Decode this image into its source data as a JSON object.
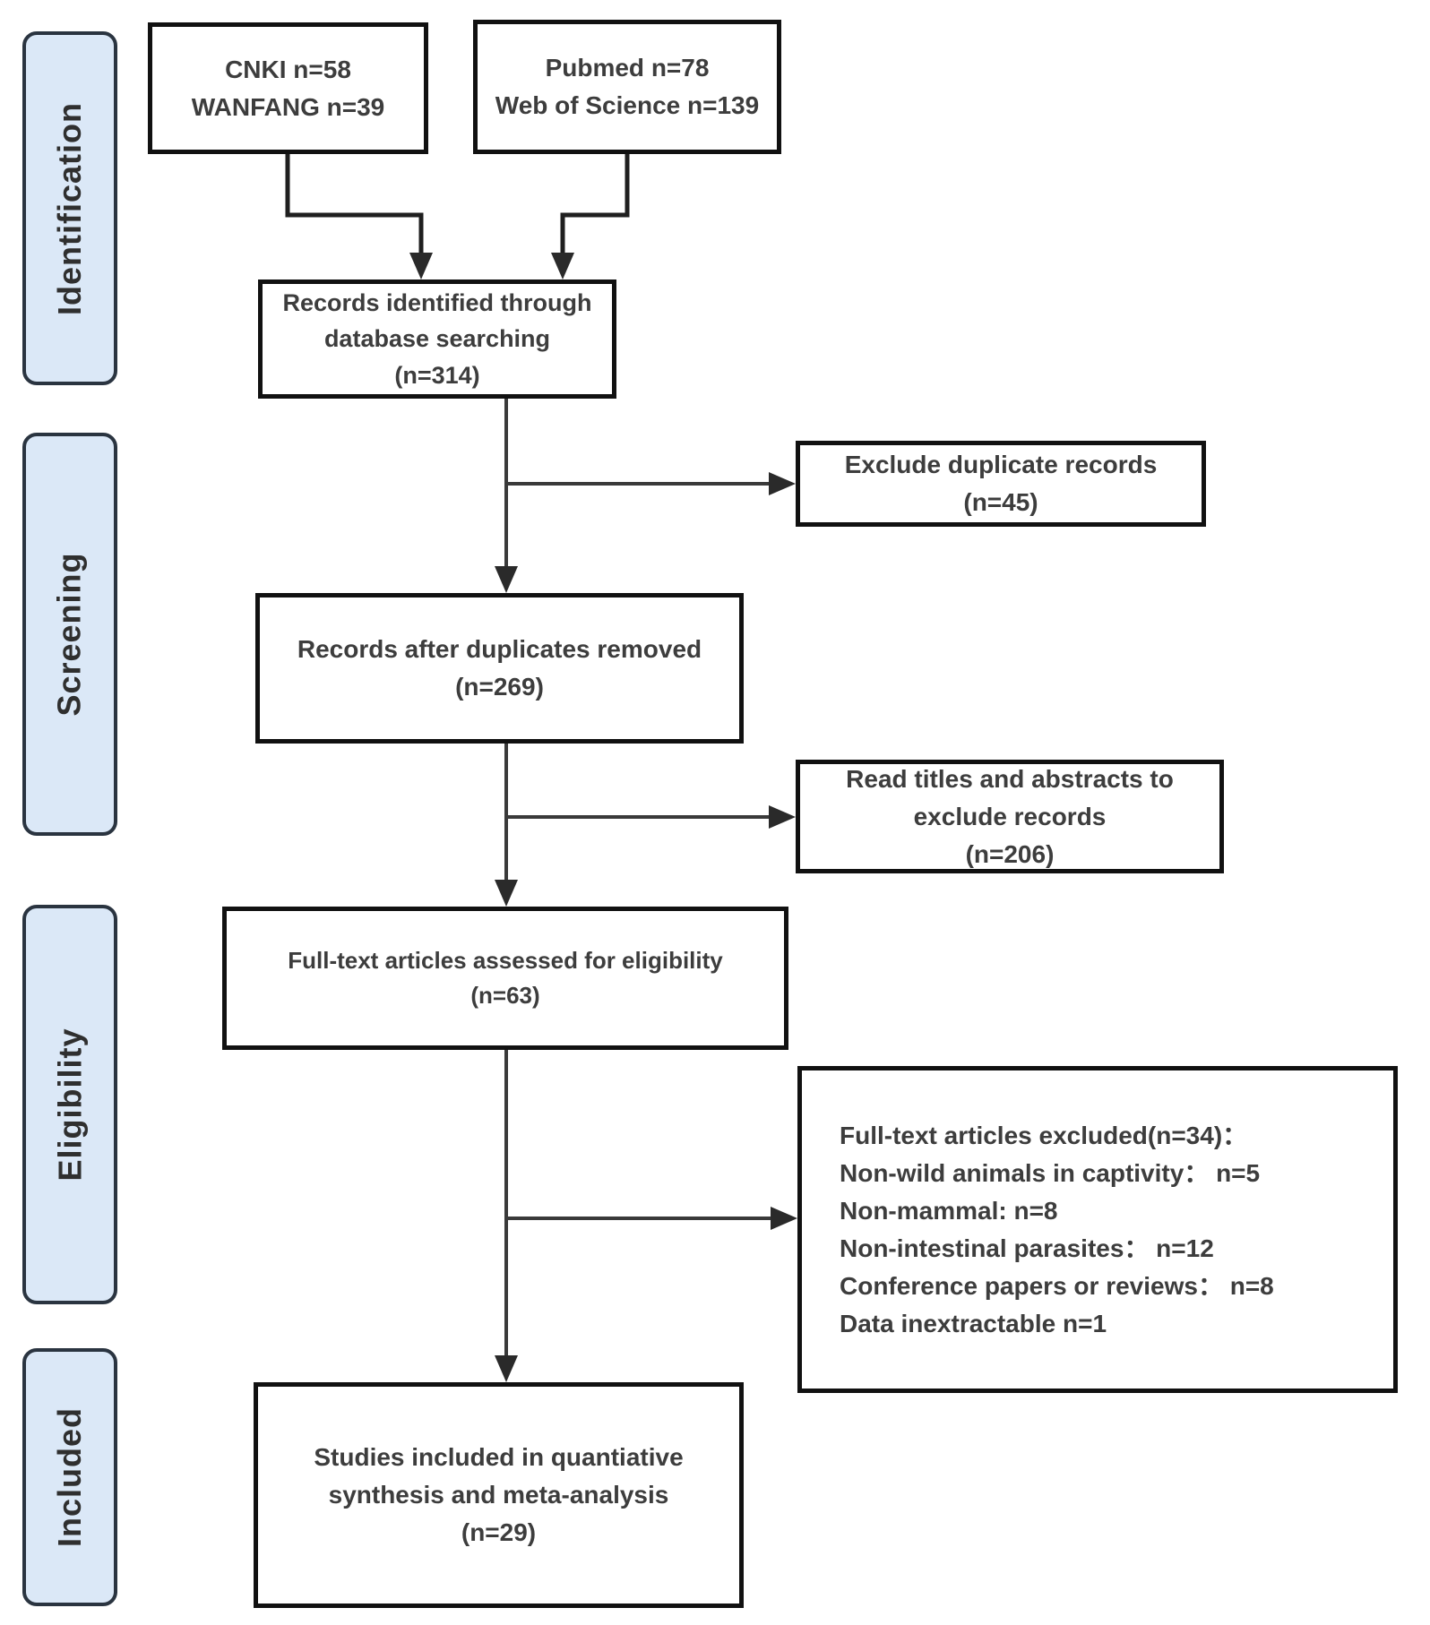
{
  "stages": [
    {
      "label": "Identification"
    },
    {
      "label": "Screening"
    },
    {
      "label": "Eligibility"
    },
    {
      "label": "Included"
    }
  ],
  "boxes": {
    "sources_cn": {
      "lines": [
        "CNKI n=58",
        "WANFANG n=39"
      ]
    },
    "sources_intl": {
      "lines": [
        "Pubmed n=78",
        "Web of Science n=139"
      ]
    },
    "identified": {
      "lines": [
        "Records identified through",
        "database searching",
        "(n=314)"
      ]
    },
    "exclude_duplicates": {
      "lines": [
        "Exclude duplicate records",
        "(n=45)"
      ]
    },
    "after_duplicates": {
      "lines": [
        "Records after duplicates removed",
        "(n=269)"
      ]
    },
    "read_titles": {
      "lines": [
        "Read titles and abstracts to",
        "exclude records",
        "(n=206)"
      ]
    },
    "fulltext_assessed": {
      "lines": [
        "Full-text articles assessed for eligibility",
        "(n=63)"
      ]
    },
    "fulltext_excluded": {
      "lines": [
        "Full-text articles excluded(n=34)：",
        "Non-wild animals in captivity： n=5",
        "Non-mammal: n=8",
        "Non-intestinal parasites： n=12",
        "Conference papers or reviews： n=8",
        "Data inextractable  n=1"
      ]
    },
    "included_studies": {
      "lines": [
        "Studies included in quantiative",
        "synthesis and meta-analysis",
        "(n=29)"
      ]
    }
  },
  "colors": {
    "stage_fill": "#dbe8f7",
    "stage_border": "#2a3440",
    "box_border": "#111111",
    "connector": "#3a3a3a",
    "text": "#3d3d3d"
  }
}
